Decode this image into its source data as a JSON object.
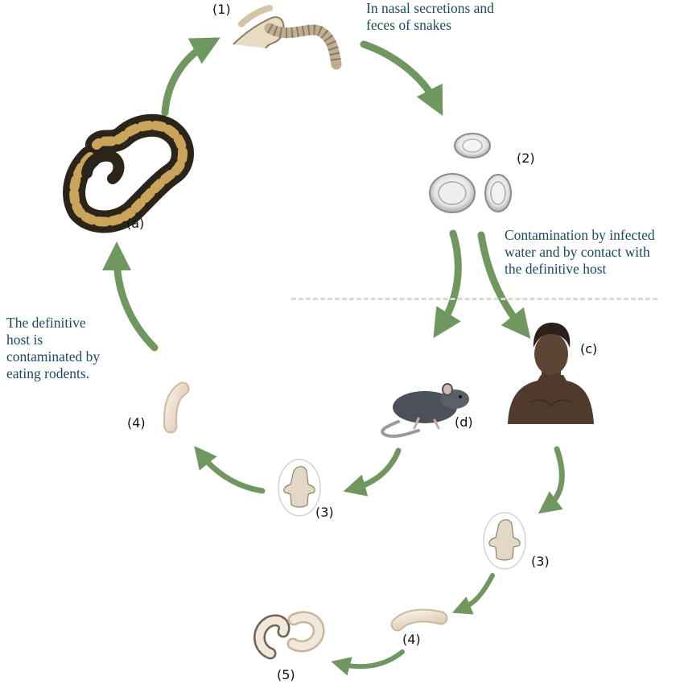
{
  "colors": {
    "arrow": "#6f975f",
    "note_text": "#1b4a5e",
    "divider": "#d8d8d8",
    "larva": "#ede0cc"
  },
  "labels": {
    "stage1": "(1)",
    "stage2": "(2)",
    "stage3_rodent": "(3)",
    "stage3_human": "(3)",
    "stage4_rodent": "(4)",
    "stage4_human": "(4)",
    "stage5": "(5)",
    "host_a": "(a)",
    "host_c": "(c)",
    "host_d": "(d)"
  },
  "notes": {
    "shedding": "In nasal secretions and\nfeces of snakes",
    "contamination": "Contamination by infected\nwater and by contact with\n   the definitive host",
    "definitive": "The definitive\nhost is\ncontaminated by\neating rodents."
  }
}
